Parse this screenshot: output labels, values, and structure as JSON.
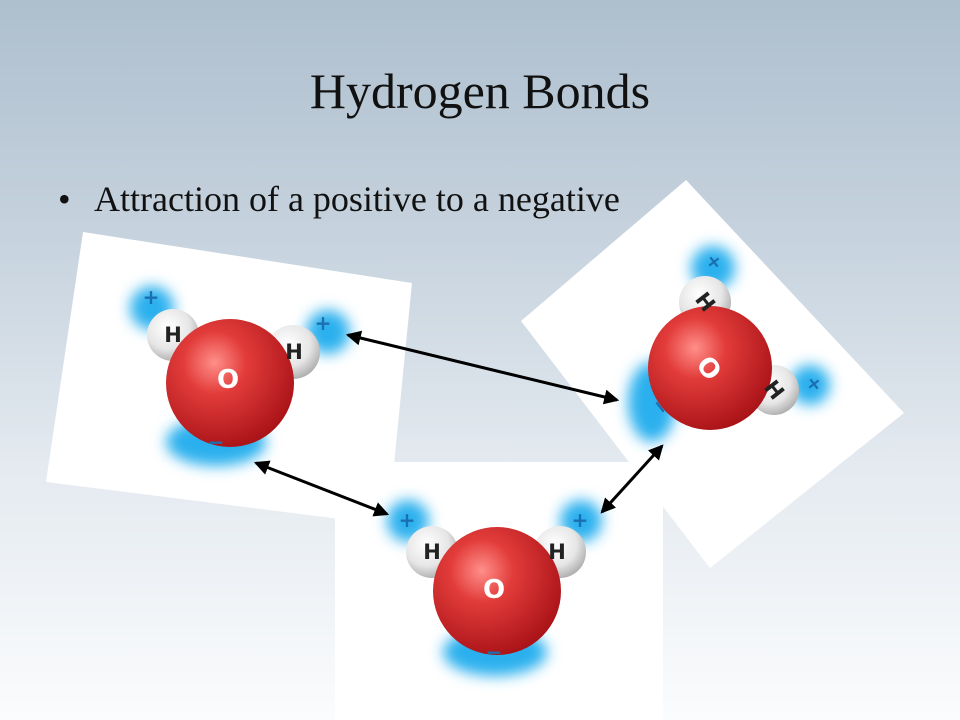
{
  "slide": {
    "title": "Hydrogen Bonds",
    "bullet": "Attraction of a positive to a negative"
  },
  "molecules": [
    {
      "oxygen_label": "O",
      "hydrogen_labels": [
        "H",
        "H"
      ],
      "partial_charges": [
        "+",
        "+",
        "−"
      ]
    },
    {
      "oxygen_label": "O",
      "hydrogen_labels": [
        "H",
        "H"
      ],
      "partial_charges": [
        "+",
        "+",
        "−"
      ]
    },
    {
      "oxygen_label": "O",
      "hydrogen_labels": [
        "H",
        "H"
      ],
      "partial_charges": [
        "+",
        "+",
        "−"
      ]
    }
  ],
  "bonds": [
    "double-headed-arrow",
    "double-headed-arrow",
    "double-headed-arrow"
  ],
  "colors": {
    "oxygen": "#d4272c",
    "hydrogen": "#e4e4e4",
    "glow": "#2aaeec",
    "charge": "#1b6fb0",
    "arrow": "#000000",
    "card": "#ffffff"
  }
}
